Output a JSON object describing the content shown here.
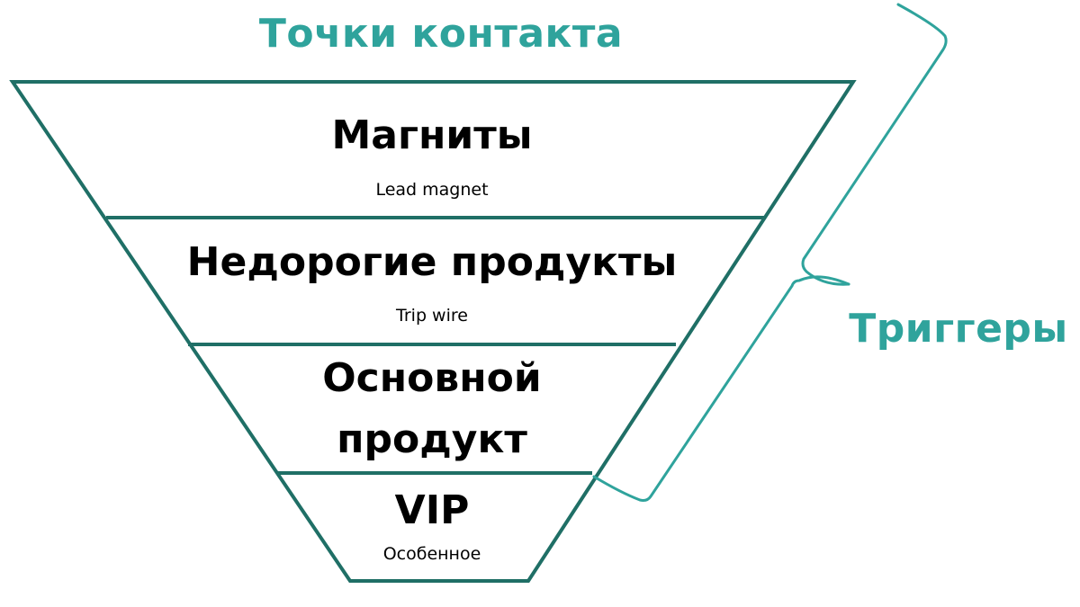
{
  "title": "Точки контакта",
  "side_label": "Триггеры",
  "colors": {
    "funnel_stroke": "#1f6f66",
    "bracket_stroke": "#2fa39c",
    "title": "#2fa39c",
    "text": "#000000"
  },
  "levels": [
    {
      "main": "Магниты",
      "sub": "Lead magnet"
    },
    {
      "main": "Недорогие продукты",
      "sub": "Trip wire"
    },
    {
      "main_line1": "Основной",
      "main_line2": "продукт",
      "sub": ""
    },
    {
      "main": "VIP",
      "sub": "Особенное"
    }
  ]
}
